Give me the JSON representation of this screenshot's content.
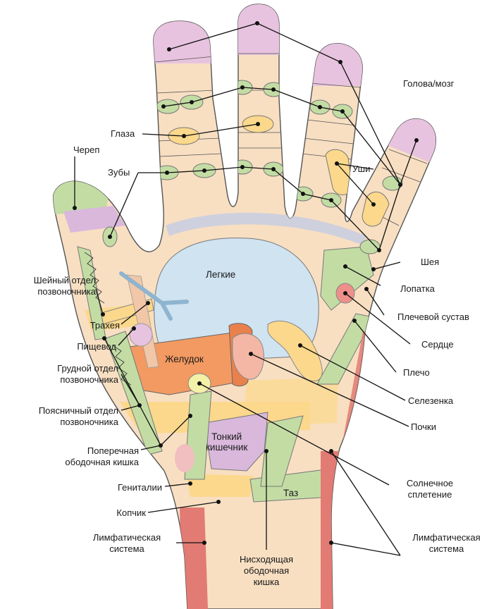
{
  "labels": {
    "head_brain": "Голова/мозг",
    "eyes": "Глаза",
    "skull": "Череп",
    "teeth": "Зубы",
    "ears": "Уши",
    "neck": "Шея",
    "cervical_spine": "Шейный отдел\nпозвоночника",
    "scapula": "Лопатка",
    "shoulder_joint": "Плечевой сустав",
    "trachea": "Трахея",
    "heart": "Сердце",
    "esophagus": "Пищевод",
    "shoulder": "Плечо",
    "thoracic_spine": "Грудной отдел\nпозвоночника",
    "spleen": "Селезенка",
    "lumbar_spine": "Поясничный отдел\nпозвоночника",
    "kidneys": "Почки",
    "transverse_colon": "Поперечная\nободочная кишка",
    "solar_plexus": "Солнечное\nсплетение",
    "genitals": "Гениталии",
    "coccyx": "Копчик",
    "lymph_left": "Лимфатическая\nсистема",
    "lymph_right": "Лимфатическая\nсистема",
    "descending_colon": "Нисходящая\nободочная\nкишка"
  },
  "inner_labels": {
    "lungs": "Легкие",
    "stomach": "Желудок",
    "small_intestine": "Тонкий\nкишечник",
    "pelvis": "Таз"
  },
  "colors": {
    "skin": "#f8dfc2",
    "outline": "#555555",
    "fingertip": "#e7c3df",
    "green_zone": "#c3dca4",
    "lungs": "#cfe3f1",
    "stomach": "#f29a62",
    "yellow_zone": "#fbd88c",
    "lymph": "#e27b73",
    "purple": "#d9b8dc",
    "line": "#111111"
  }
}
